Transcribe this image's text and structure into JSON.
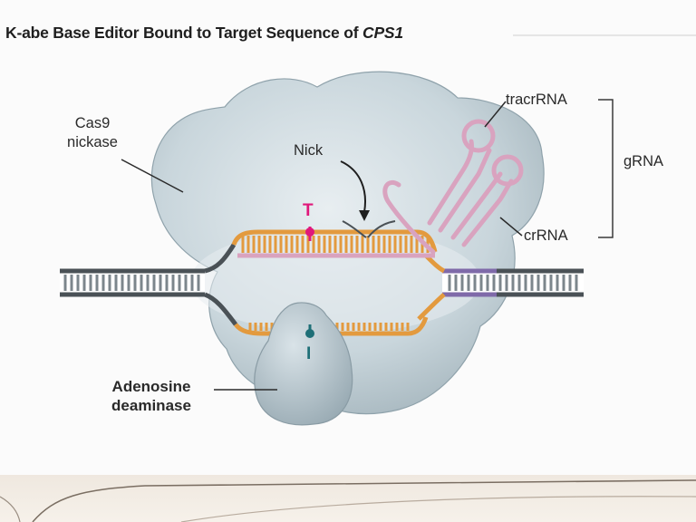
{
  "figure": {
    "title_prefix": "K-abe Base Editor Bound to Target Sequence of ",
    "title_gene": "CPS1"
  },
  "labels": {
    "cas9_line1": "Cas9",
    "cas9_line2": "nickase",
    "nick": "Nick",
    "tracrrna": "tracrRNA",
    "grna": "gRNA",
    "crrna": "crRNA",
    "deaminase_line1": "Adenosine",
    "deaminase_line2": "deaminase",
    "base_top": "T",
    "base_bottom": "I"
  },
  "colors": {
    "protein_fill": "#c5d2d8",
    "protein_stroke": "#9aaab2",
    "dna_gray": "#4a5156",
    "dna_orange": "#e39a3e",
    "rna_pink": "#d9a3bf",
    "purple": "#7f6aa9",
    "magenta": "#e0187b",
    "teal": "#1e6f77"
  }
}
